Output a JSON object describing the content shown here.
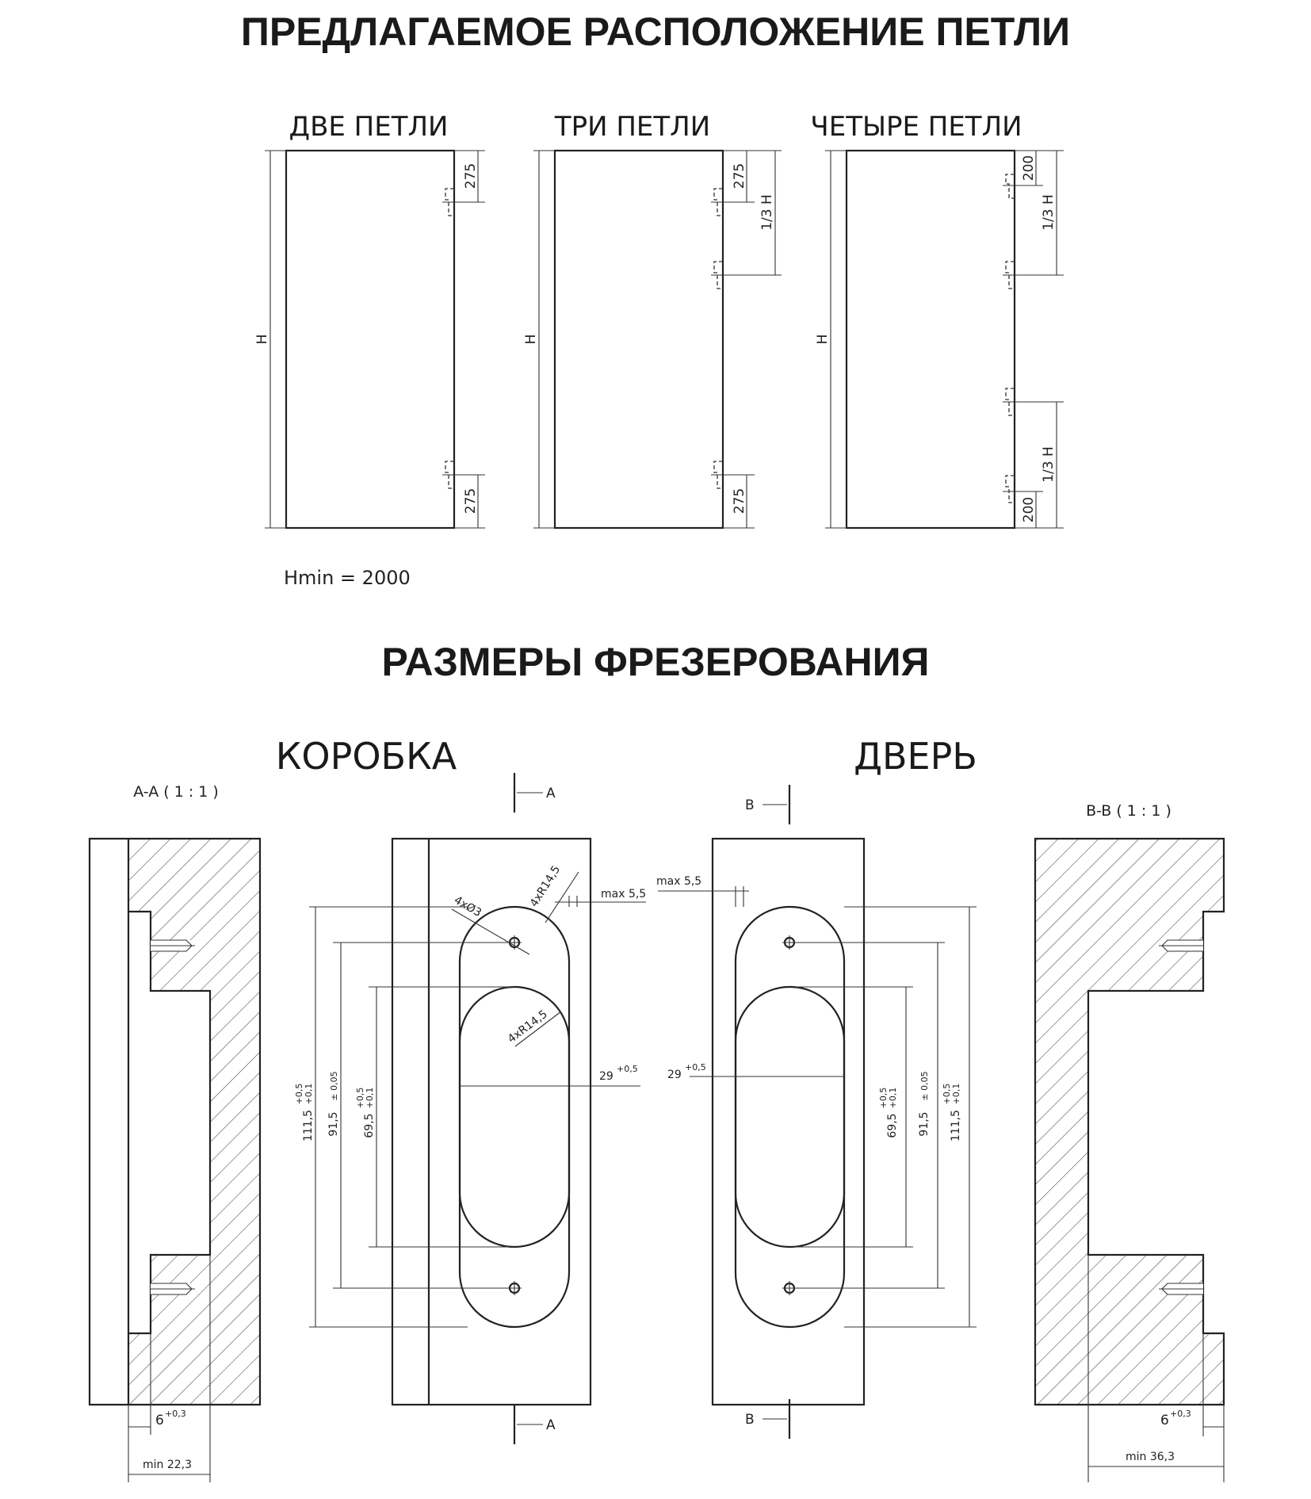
{
  "header": {
    "title_1": "ПРЕДЛАГАЕМОЕ РАСПОЛОЖЕНИЕ ПЕТЛИ",
    "title_2": "РАЗМЕРЫ ФРЕЗЕРОВАНИЯ"
  },
  "hinges": {
    "two": {
      "label": "ДВЕ ПЕТЛИ",
      "h": "H",
      "top": "275",
      "bottom": "275"
    },
    "three": {
      "label": "ТРИ ПЕТЛИ",
      "h": "H",
      "top": "275",
      "third": "1/3 H",
      "bottom": "275"
    },
    "four": {
      "label": "ЧЕТЫРЕ ПЕТЛИ",
      "h": "H",
      "top": "200",
      "third_top": "1/3 H",
      "third_bottom": "1/3 H",
      "bottom": "200"
    },
    "hmin": "Hmin = 2000"
  },
  "milling": {
    "box_label": "КОРОБКА",
    "door_label": "ДВЕРЬ",
    "section_a": "A-A ( 1 : 1 )",
    "section_b": "B-B ( 1 : 1 )",
    "mark_a": "A",
    "mark_b": "B",
    "box": {
      "hole": "4xØ3",
      "radius_outer": "4xR14,5",
      "radius_inner": "4xR14,5",
      "max": "max 5,5",
      "width_base": "29",
      "width_tol": "+0,5",
      "d111_base": "111,5",
      "d111_up": "+0,5",
      "d111_dn": "+0,1",
      "d91_base": "91,5",
      "d91_tol": "± 0,05",
      "d69_base": "69,5",
      "d69_up": "+0,5",
      "d69_dn": "+0,1"
    },
    "door": {
      "max": "max 5,5",
      "width_base": "29",
      "width_tol": "+0,5",
      "d69_base": "69,5",
      "d69_up": "+0,5",
      "d69_dn": "+0,1",
      "d91_base": "91,5",
      "d91_tol": "± 0,05",
      "d111_base": "111,5",
      "d111_up": "+0,5",
      "d111_dn": "+0,1"
    },
    "aa": {
      "depth_base": "6",
      "depth_tol": "+0,3",
      "min": "min 22,3"
    },
    "bb": {
      "depth_base": "6",
      "depth_tol": "+0,3",
      "min": "min 36,3"
    }
  }
}
